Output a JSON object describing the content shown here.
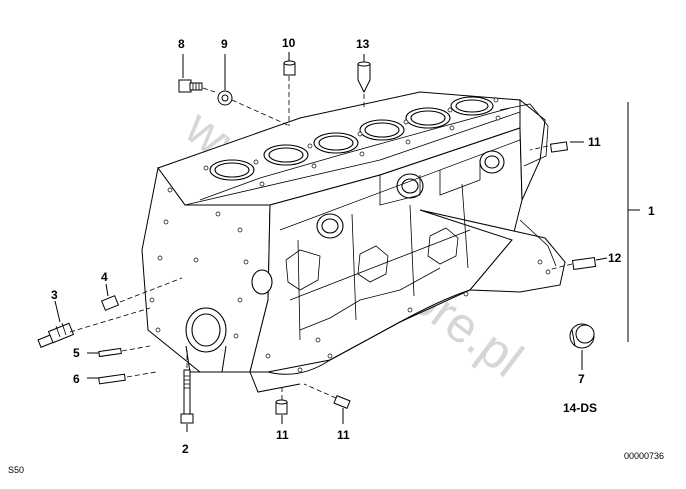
{
  "diagram": {
    "watermark": "www.BMWstore.pl",
    "code_left": "S50",
    "code_right": "00000736",
    "variant": "14-DS",
    "callouts": [
      {
        "id": "1",
        "label": "1"
      },
      {
        "id": "2",
        "label": "2"
      },
      {
        "id": "3",
        "label": "3"
      },
      {
        "id": "4",
        "label": "4"
      },
      {
        "id": "5",
        "label": "5"
      },
      {
        "id": "6",
        "label": "6"
      },
      {
        "id": "7",
        "label": "7"
      },
      {
        "id": "8",
        "label": "8"
      },
      {
        "id": "9",
        "label": "9"
      },
      {
        "id": "10",
        "label": "10"
      },
      {
        "id": "11a",
        "label": "11"
      },
      {
        "id": "11b",
        "label": "11"
      },
      {
        "id": "11c",
        "label": "11"
      },
      {
        "id": "12",
        "label": "12"
      },
      {
        "id": "13",
        "label": "13"
      }
    ]
  }
}
